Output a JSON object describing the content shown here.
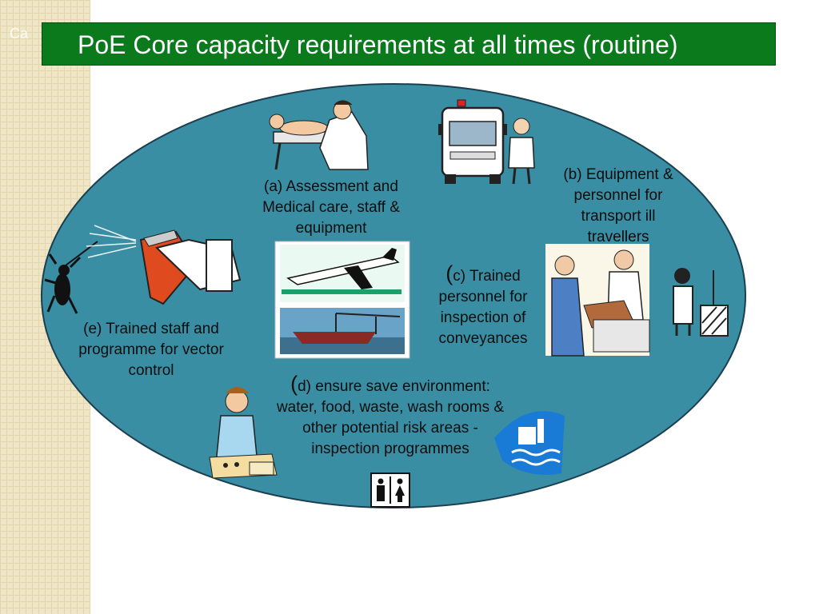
{
  "slide": {
    "title": "PoE Core capacity requirements at all times (routine)",
    "corner_label": "Ca",
    "colors": {
      "title_bar": "#0b7a1c",
      "ellipse": "#3a8ea4",
      "ellipse_border": "#1b3f4f"
    }
  },
  "items": [
    {
      "key": "a",
      "text": "(a) Assessment and Medical care, staff & equipment",
      "icon": "doctor-examining-patient-icon"
    },
    {
      "key": "b",
      "text": "(b) Equipment & personnel for transport ill travellers",
      "icon": "ambulance-icon"
    },
    {
      "key": "c",
      "prefix": "(",
      "text": "c) Trained personnel for inspection of conveyances",
      "icon": "airplane-and-ship-photo"
    },
    {
      "key": "d",
      "prefix": "(",
      "text": "d) ensure save environment: water, food, waste, wash rooms & other potential risk areas - inspection programmes",
      "icon": "food-preparation-icon"
    },
    {
      "key": "e",
      "text": "(e) Trained staff and programme for vector control",
      "icon": "mosquito-spray-icon"
    }
  ],
  "decor_icons": [
    "customs-inspection-icon",
    "cargo-inspector-icon",
    "harbour-icon",
    "restroom-icon"
  ]
}
